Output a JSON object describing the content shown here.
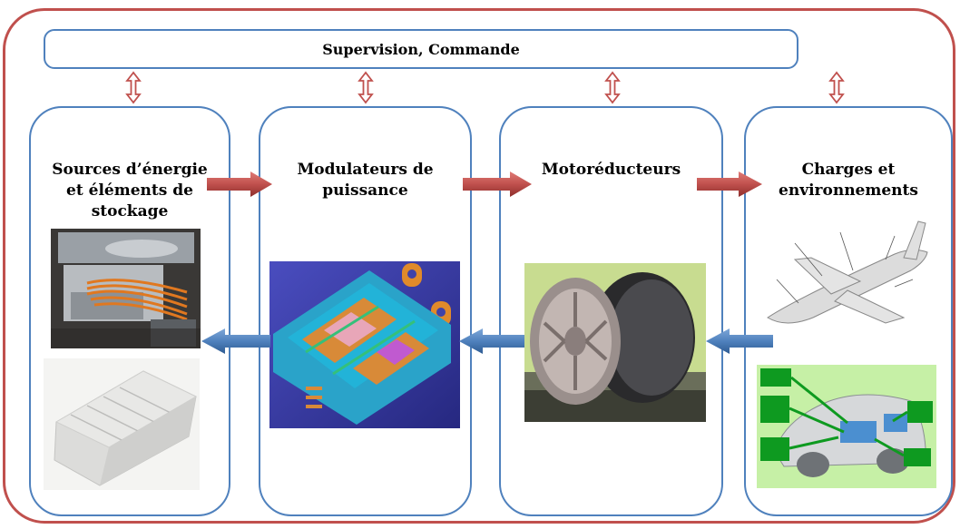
{
  "header": {
    "title": "Supervision, Commande"
  },
  "columns": [
    {
      "title_line1": "Sources d’énergie",
      "title_line2": "et éléments de",
      "title_line3": "stockage"
    },
    {
      "title_line1": "Modulateurs de",
      "title_line2": "puissance"
    },
    {
      "title_line1": "Motoréducteurs"
    },
    {
      "title_line1": "Charges et",
      "title_line2": "environnements"
    }
  ],
  "colors": {
    "frame": "#c0504d",
    "border": "#4f81bd",
    "arrow_red": "#c0504d",
    "arrow_blue": "#4f81bd"
  },
  "icons": [
    "double-arrow-icon",
    "right-arrow-icon",
    "left-arrow-icon"
  ]
}
